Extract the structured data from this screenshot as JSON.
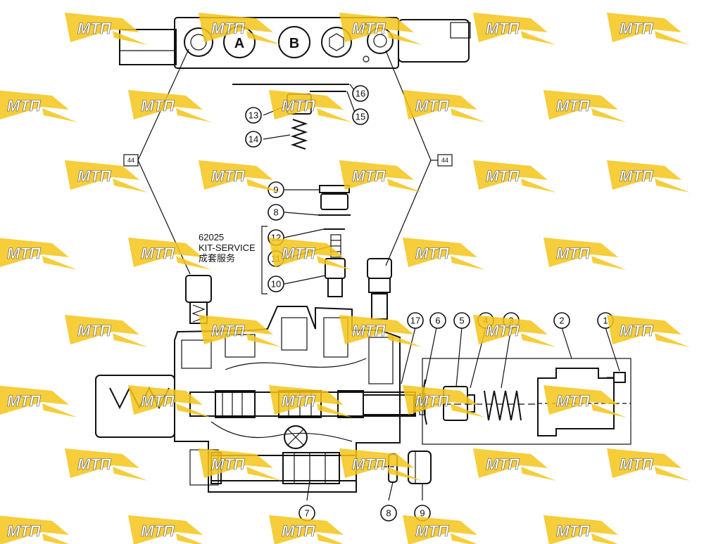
{
  "watermark_text": "МТП",
  "watermark_color": "#f5c518",
  "ink_color": "#111111",
  "kit_label": {
    "line1": "62025",
    "line2": "KIT-SERVICE",
    "line3": "成套服务"
  },
  "port_labels": {
    "a": "A",
    "b": "B"
  },
  "callouts": {
    "c1": "1",
    "c2": "2",
    "c3": "3",
    "c4": "4",
    "c5": "5",
    "c6": "6",
    "c7": "7",
    "c8a": "8",
    "c8b": "8",
    "c9a": "9",
    "c9b": "9",
    "c10": "10",
    "c11": "11",
    "c12": "12",
    "c13": "13",
    "c14": "14",
    "c15": "15",
    "c16": "16",
    "c17": "17"
  },
  "side_tags": {
    "left": "44",
    "right": "44"
  }
}
